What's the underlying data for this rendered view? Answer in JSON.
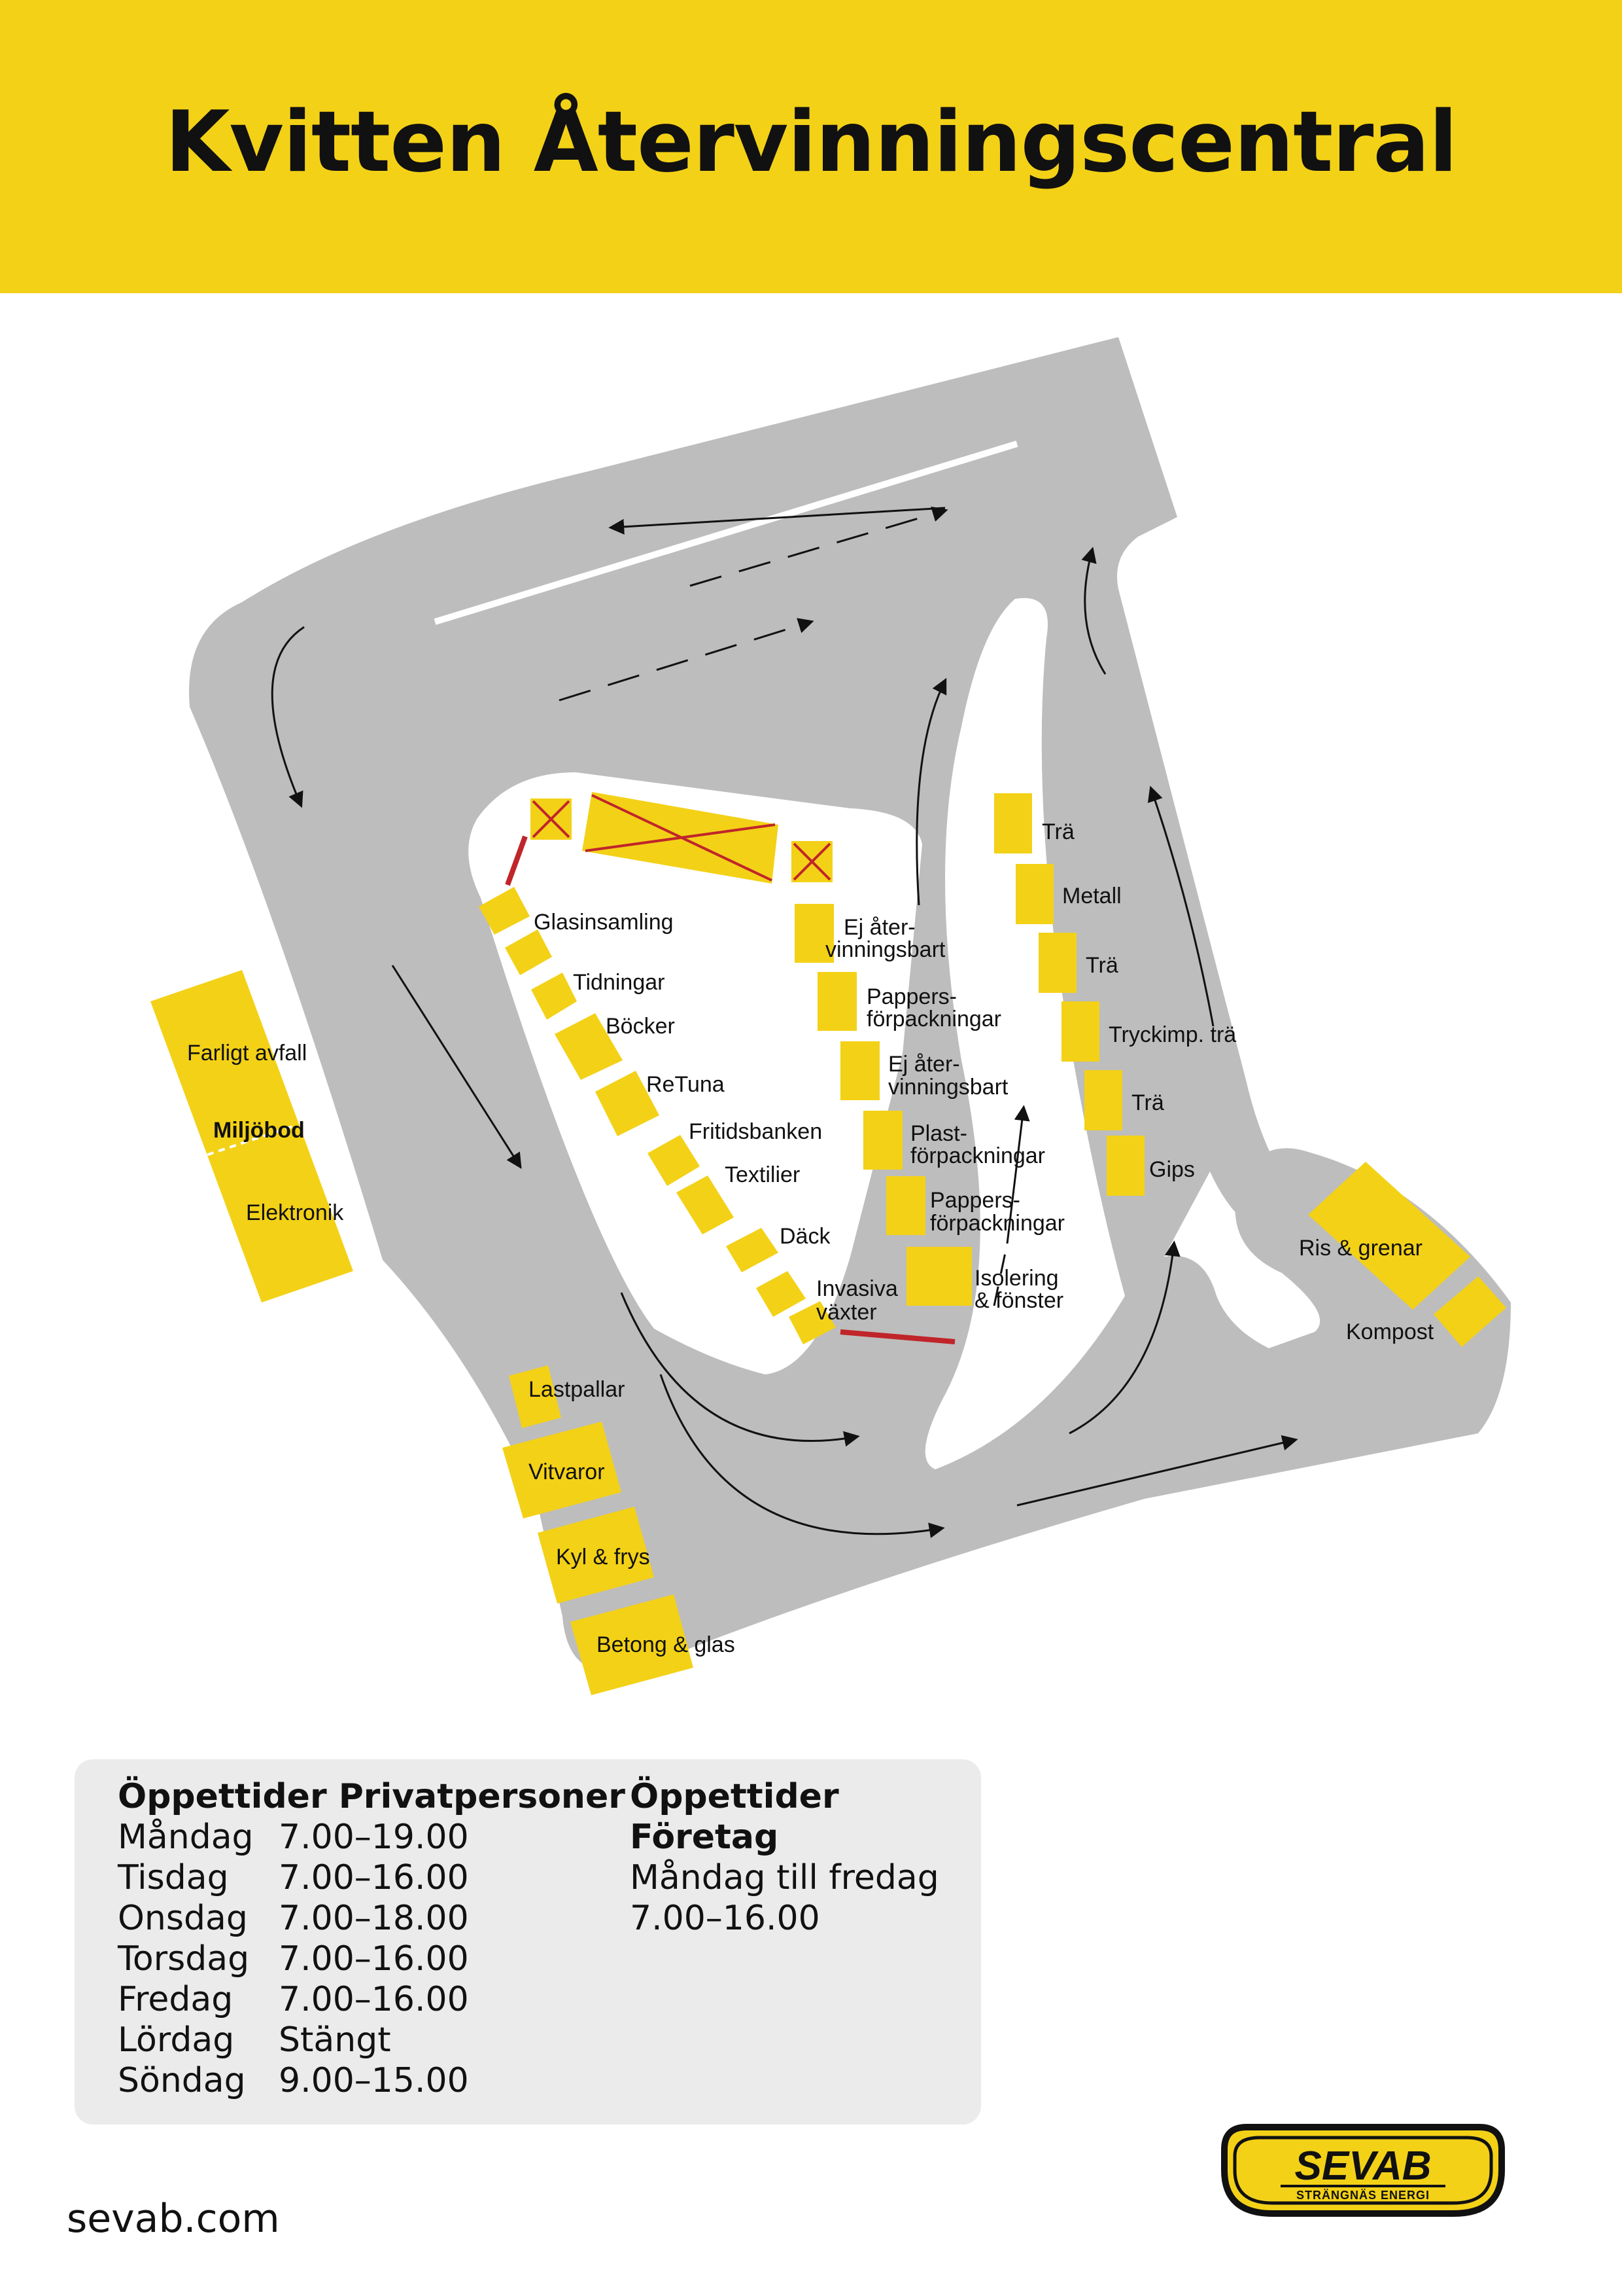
{
  "title": "Kvitten Återvinningscentral",
  "colors": {
    "yellow": "#f3d117",
    "road": "#bdbdbd",
    "marker": "#c0252a",
    "hours_bg": "#ebebeb"
  },
  "map": {
    "stations": {
      "glas": "Glasinsamling",
      "tidningar": "Tidningar",
      "bocker": "Böcker",
      "retuna": "ReTuna",
      "fritidsbanken": "Fritidsbanken",
      "textilier": "Textilier",
      "dack": "Däck",
      "invasiva_1": "Invasiva",
      "invasiva_2": "växter",
      "ej_1a": "Ej åter-",
      "ej_1b": "vinningsbart",
      "papp_1a": "Pappers-",
      "papp_1b": "förpackningar",
      "ej_2a": "Ej åter-",
      "ej_2b": "vinningsbart",
      "plast_a": "Plast-",
      "plast_b": "förpackningar",
      "papp_2a": "Pappers-",
      "papp_2b": "förpackningar",
      "iso_a": "Isolering",
      "iso_b": "& fönster",
      "tra_1": "Trä",
      "metall": "Metall",
      "tra_2": "Trä",
      "tryckimp": "Tryckimp. trä",
      "tra_3": "Trä",
      "gips": "Gips",
      "farligt": "Farligt avfall",
      "miljobod": "Miljöbod",
      "elektronik": "Elektronik",
      "ris": "Ris & grenar",
      "kompost": "Kompost",
      "lastpallar": "Lastpallar",
      "vitvaror": "Vitvaror",
      "kyl": "Kyl & frys",
      "betong": "Betong & glas"
    }
  },
  "hours_private": {
    "heading": "Öppettider Privatpersoner",
    "rows": [
      {
        "day": "Måndag",
        "time": "7.00–19.00"
      },
      {
        "day": "Tisdag",
        "time": "7.00–16.00"
      },
      {
        "day": "Onsdag",
        "time": "7.00–18.00"
      },
      {
        "day": "Torsdag",
        "time": "7.00–16.00"
      },
      {
        "day": "Fredag",
        "time": "7.00–16.00"
      },
      {
        "day": "Lördag",
        "time": "Stängt"
      },
      {
        "day": "Söndag",
        "time": "9.00–15.00"
      }
    ]
  },
  "hours_company": {
    "heading": "Öppettider Företag",
    "line1": "Måndag till fredag",
    "line2": "7.00–16.00"
  },
  "footer": {
    "url": "sevab.com"
  },
  "logo": {
    "name": "SEVAB",
    "tagline": "STRÄNGNÄS ENERGI"
  }
}
